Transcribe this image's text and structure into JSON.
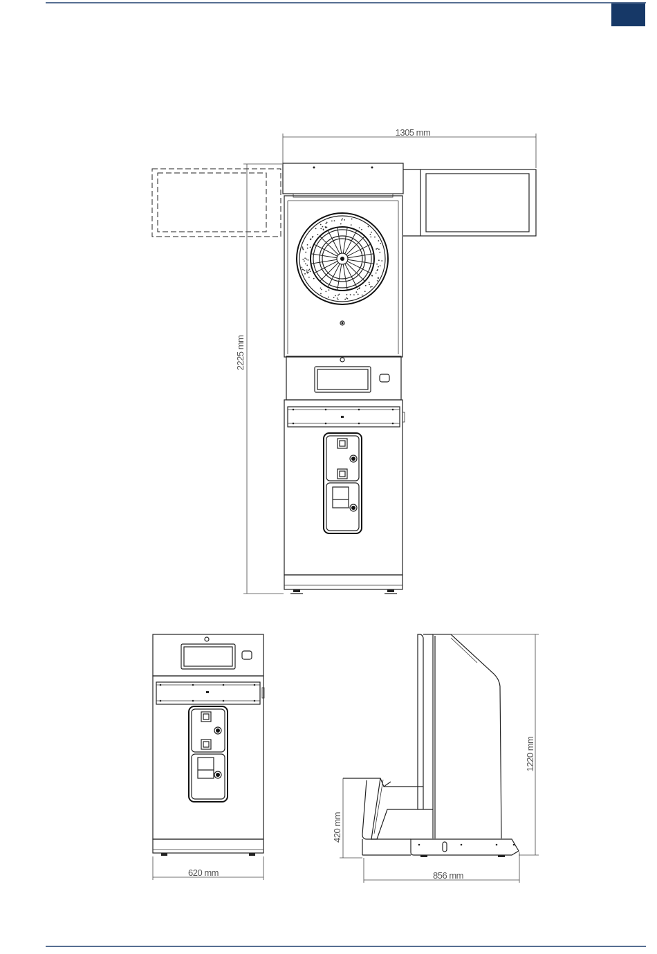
{
  "colors": {
    "rule": "#1f3f6e",
    "tab": "#163867",
    "line": "#222222",
    "dimension_text": "#555555"
  },
  "dimensions": {
    "total_width": "1305 mm",
    "total_height": "2225 mm",
    "cabinet_width": "620 mm",
    "cabinet_height": "1220 mm",
    "step_height": "420 mm",
    "cabinet_depth": "856 mm"
  }
}
